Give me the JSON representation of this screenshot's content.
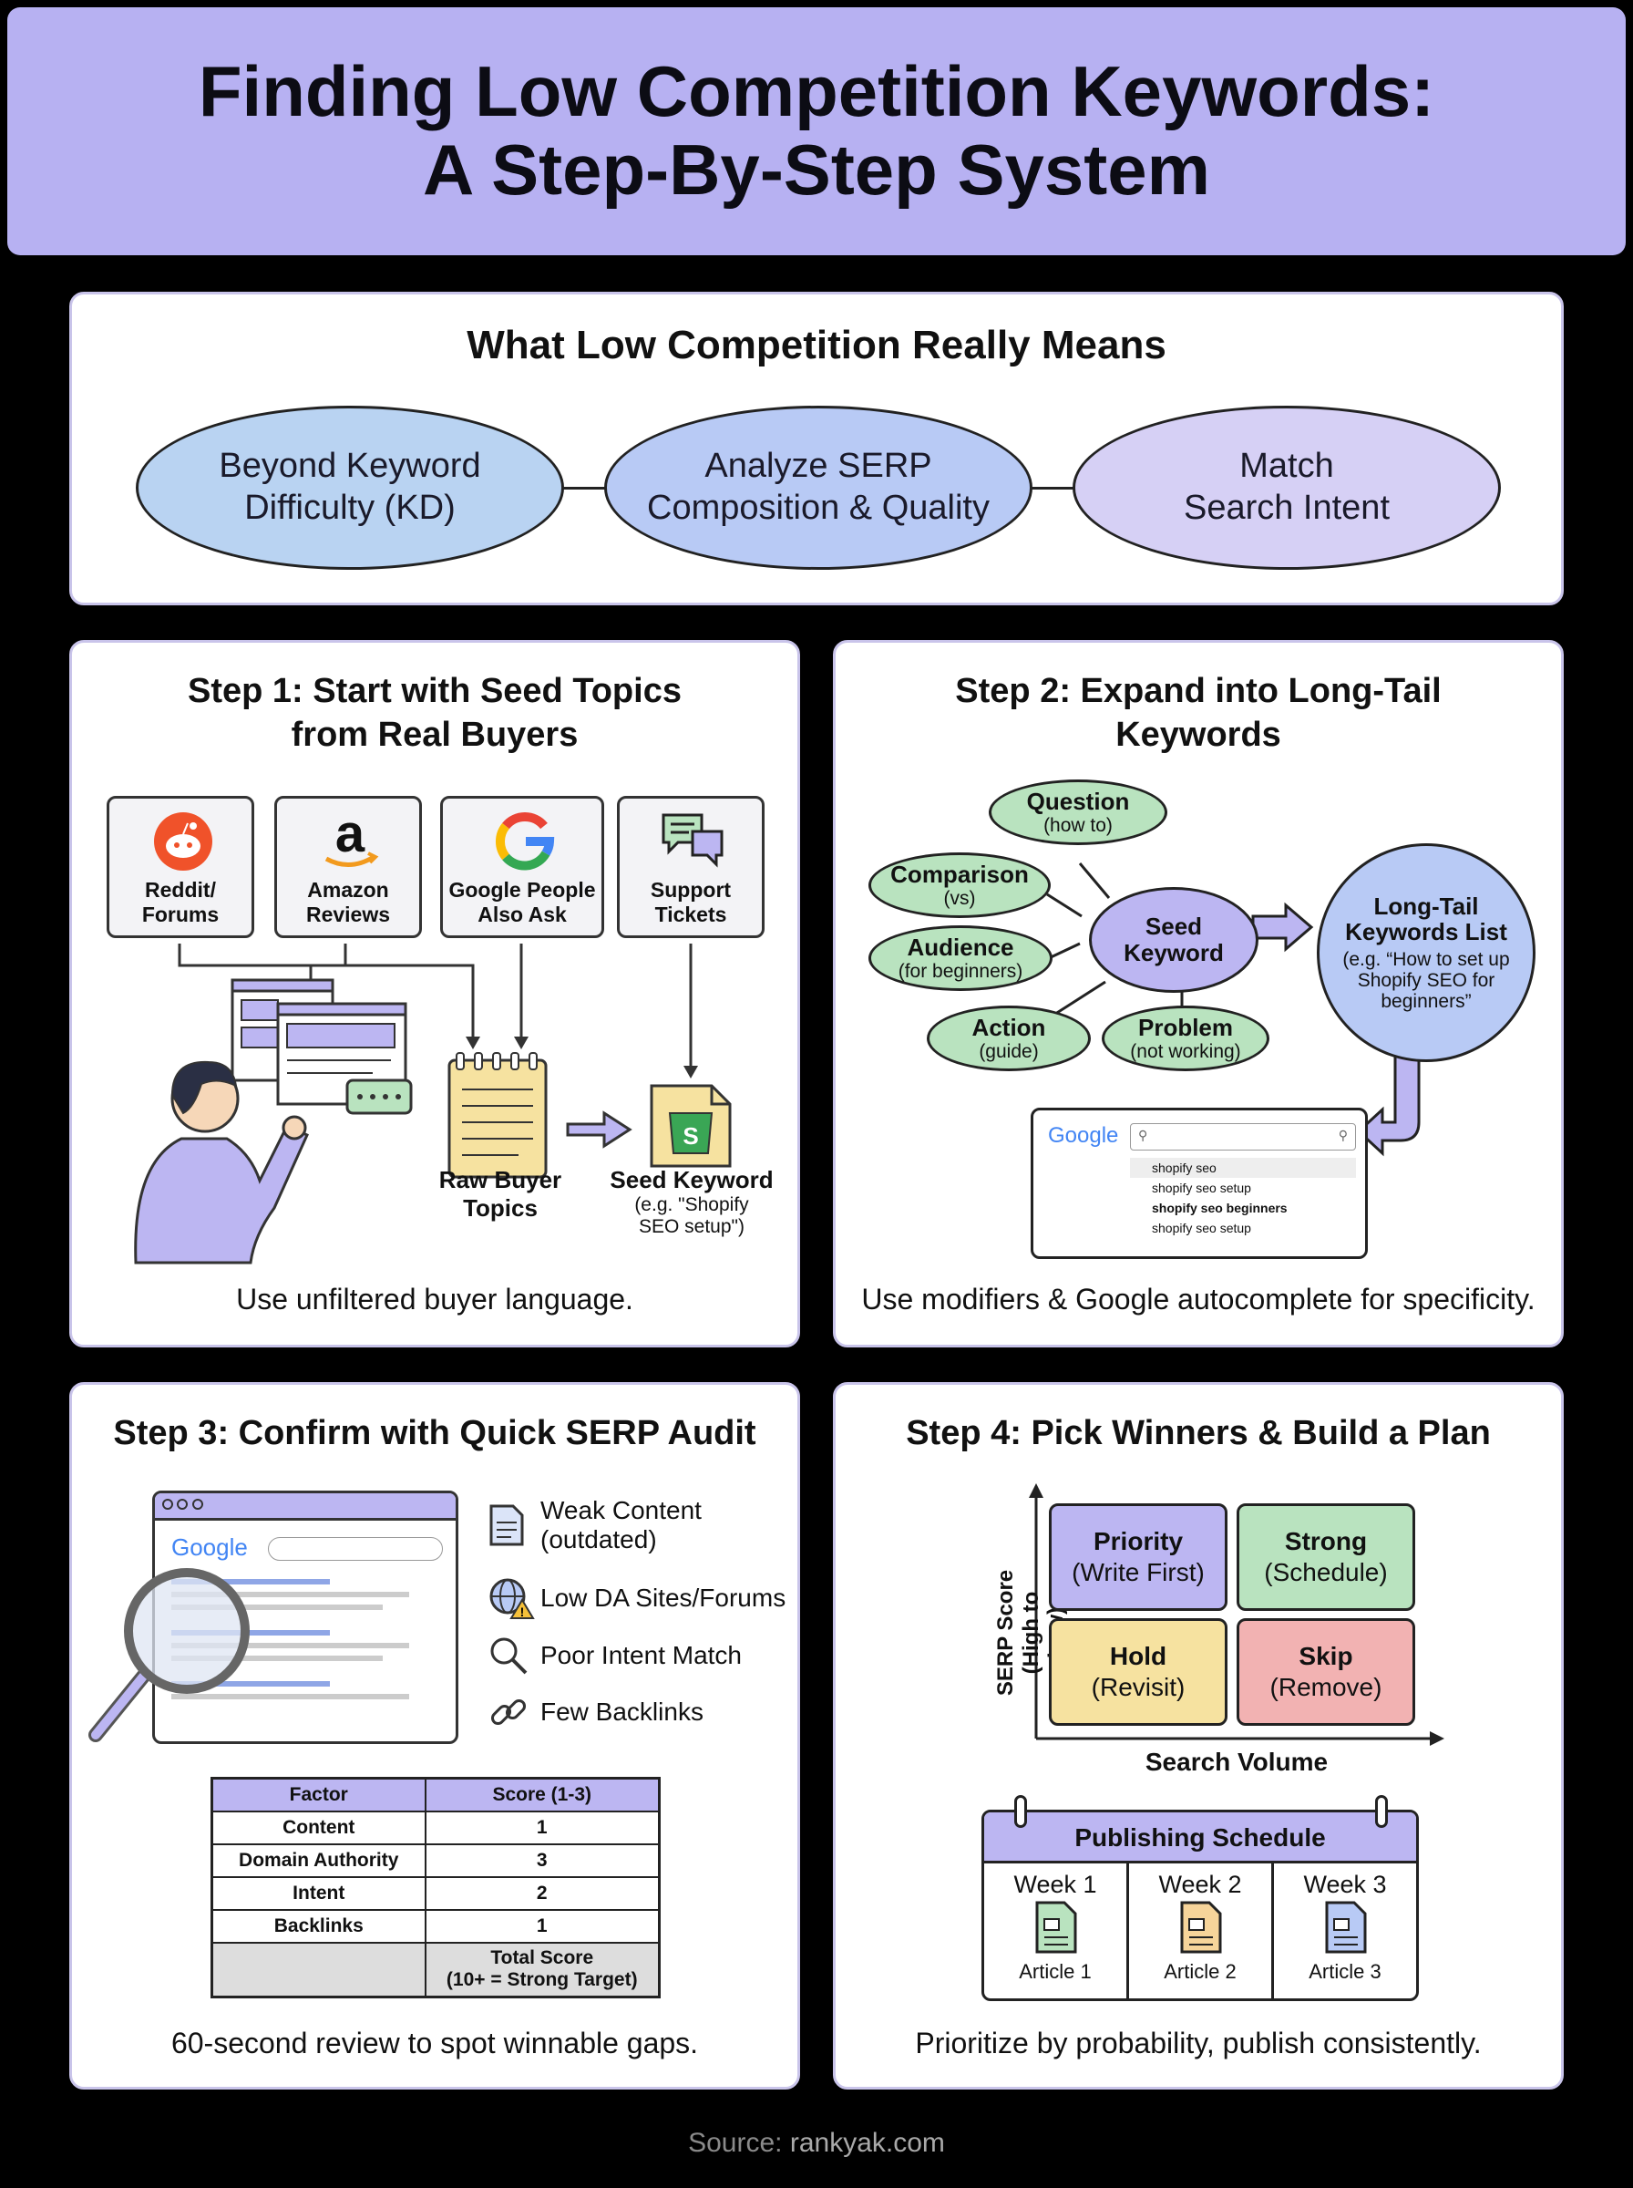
{
  "header": {
    "title_line1": "Finding Low Competition Keywords:",
    "title_line2": "A Step-By-Step System"
  },
  "meaning": {
    "title": "What Low Competition Really Means",
    "items": [
      {
        "line1": "Beyond Keyword",
        "line2": "Difficulty (KD)",
        "color": "#b9d3f2"
      },
      {
        "line1": "Analyze SERP",
        "line2": "Composition & Quality",
        "color": "#b8caf5"
      },
      {
        "line1": "Match",
        "line2": "Search Intent",
        "color": "#d6d0f5"
      }
    ]
  },
  "step1": {
    "title_line1": "Step 1: Start with Seed Topics",
    "title_line2": "from Real Buyers",
    "sources": [
      {
        "line1": "Reddit/",
        "line2": "Forums",
        "icon": "reddit-icon"
      },
      {
        "line1": "Amazon",
        "line2": "Reviews",
        "icon": "amazon-icon"
      },
      {
        "line1": "Google People",
        "line2": "Also Ask",
        "icon": "google-icon"
      },
      {
        "line1": "Support",
        "line2": "Tickets",
        "icon": "chat-icon"
      }
    ],
    "raw_label_line1": "Raw Buyer",
    "raw_label_line2": "Topics",
    "seed_label": "Seed Keyword",
    "seed_example_line1": "(e.g. \"Shopify",
    "seed_example_line2": "SEO setup\")",
    "caption": "Use unfiltered buyer language."
  },
  "step2": {
    "title_line1": "Step 2: Expand into Long-Tail",
    "title_line2": "Keywords",
    "modifiers": [
      {
        "title": "Question",
        "sub": "(how to)"
      },
      {
        "title": "Comparison",
        "sub": "(vs)"
      },
      {
        "title": "Audience",
        "sub": "(for beginners)"
      },
      {
        "title": "Action",
        "sub": "(guide)"
      },
      {
        "title": "Problem",
        "sub": "(not working)"
      }
    ],
    "seed_line1": "Seed",
    "seed_line2": "Keyword",
    "longtail_line1": "Long-Tail",
    "longtail_line2": "Keywords List",
    "longtail_ex1": "(e.g. “How to set up",
    "longtail_ex2": "Shopify SEO for",
    "longtail_ex3": "beginners”",
    "google_logo": "Google",
    "suggestions": [
      "shopify seo",
      "shopify seo setup",
      "shopify seo beginners",
      "shopify seo setup"
    ],
    "caption": "Use modifiers & Google autocomplete for specificity."
  },
  "step3": {
    "title": "Step 3: Confirm with Quick SERP Audit",
    "google_logo": "Google",
    "signals": [
      {
        "line1": "Weak Content",
        "line2": "(outdated)",
        "icon": "document-icon"
      },
      {
        "line1": "Low DA Sites/Forums",
        "line2": "",
        "icon": "globe-warning-icon"
      },
      {
        "line1": "Poor Intent Match",
        "line2": "",
        "icon": "magnifier-icon"
      },
      {
        "line1": "Few Backlinks",
        "line2": "",
        "icon": "link-icon"
      }
    ],
    "table": {
      "headers": [
        "Factor",
        "Score (1-3)"
      ],
      "rows": [
        [
          "Content",
          "1"
        ],
        [
          "Domain Authority",
          "3"
        ],
        [
          "Intent",
          "2"
        ],
        [
          "Backlinks",
          "1"
        ]
      ],
      "total_line1": "Total Score",
      "total_line2": "(10+ = Strong Target)"
    },
    "caption": "60-second review to spot winnable gaps."
  },
  "step4": {
    "title": "Step 4: Pick Winners & Build a Plan",
    "y_axis_line1": "SERP Score",
    "y_axis_line2": "(High to Low)",
    "x_axis": "Search Volume",
    "quadrants": [
      {
        "title": "Priority",
        "sub": "(Write First)",
        "color": "#bcb6f2"
      },
      {
        "title": "Strong",
        "sub": "(Schedule)",
        "color": "#b9e3bf"
      },
      {
        "title": "Hold",
        "sub": "(Revisit)",
        "color": "#f6e2a0"
      },
      {
        "title": "Skip",
        "sub": "(Remove)",
        "color": "#f2b2b2"
      }
    ],
    "schedule_title": "Publishing Schedule",
    "weeks": [
      {
        "week": "Week 1",
        "article": "Article 1",
        "color": "#b9e3bf"
      },
      {
        "week": "Week 2",
        "article": "Article 2",
        "color": "#f6d49a"
      },
      {
        "week": "Week 3",
        "article": "Article 3",
        "color": "#b8caf5"
      }
    ],
    "caption": "Prioritize by probability, publish consistently."
  },
  "footer": {
    "source_label": "Source:",
    "source_site": "rankyak.com"
  }
}
